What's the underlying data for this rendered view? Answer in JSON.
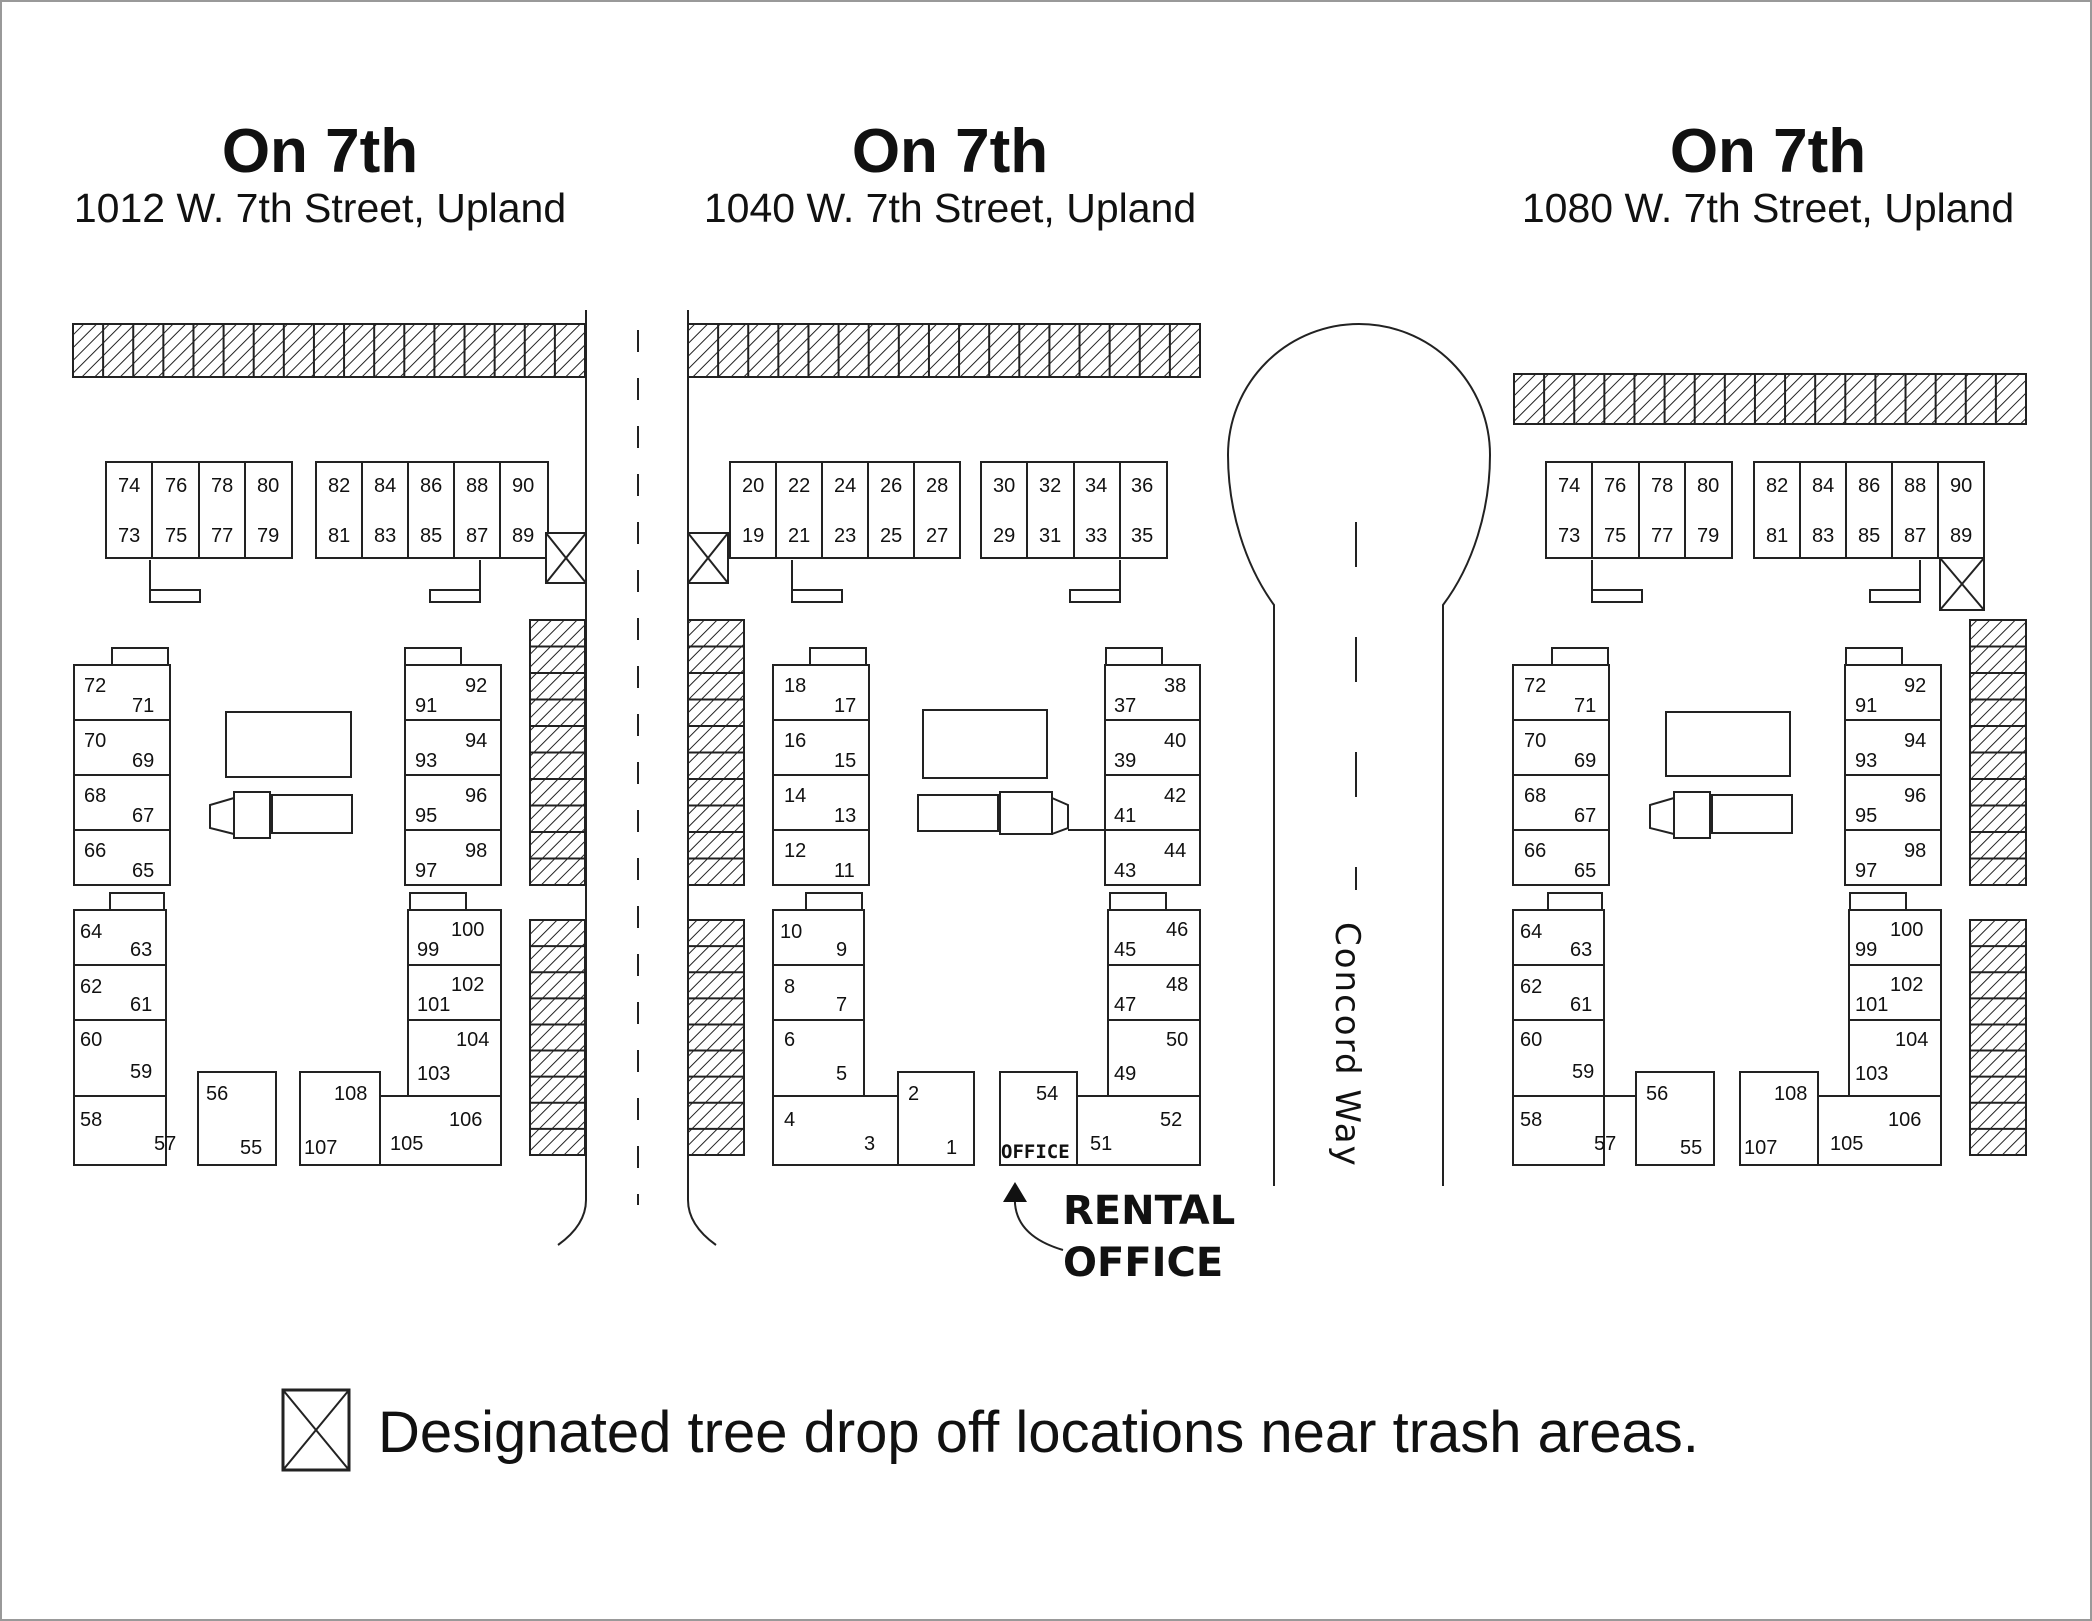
{
  "complexes": [
    {
      "title": "On 7th",
      "address": "1012 W. 7th Street, Upland"
    },
    {
      "title": "On 7th",
      "address": "1040 W. 7th Street, Upland"
    },
    {
      "title": "On 7th",
      "address": "1080 W. 7th Street, Upland"
    }
  ],
  "street_name": "Concord Way",
  "office": {
    "label": "OFFICE",
    "rental_line1": "RENTAL",
    "rental_line2": "OFFICE"
  },
  "legend": {
    "text": "Designated tree drop off locations near trash areas."
  },
  "units": {
    "left": [
      "74",
      "73",
      "76",
      "75",
      "78",
      "77",
      "80",
      "79",
      "82",
      "81",
      "84",
      "83",
      "86",
      "85",
      "88",
      "87",
      "90",
      "89",
      "72",
      "71",
      "70",
      "69",
      "68",
      "67",
      "66",
      "65",
      "64",
      "63",
      "62",
      "61",
      "60",
      "59",
      "58",
      "57",
      "56",
      "55",
      "92",
      "91",
      "94",
      "93",
      "96",
      "95",
      "98",
      "97",
      "100",
      "99",
      "102",
      "101",
      "104",
      "103",
      "108",
      "107",
      "106",
      "105"
    ],
    "middle": [
      "20",
      "19",
      "22",
      "21",
      "24",
      "23",
      "26",
      "25",
      "28",
      "27",
      "30",
      "29",
      "32",
      "31",
      "34",
      "33",
      "36",
      "35",
      "18",
      "17",
      "16",
      "15",
      "14",
      "13",
      "12",
      "11",
      "10",
      "9",
      "8",
      "7",
      "6",
      "5",
      "4",
      "3",
      "2",
      "1",
      "38",
      "37",
      "40",
      "39",
      "42",
      "41",
      "44",
      "43",
      "46",
      "45",
      "48",
      "47",
      "50",
      "49",
      "54",
      "52",
      "51"
    ],
    "right": [
      "74",
      "73",
      "76",
      "75",
      "78",
      "77",
      "80",
      "79",
      "82",
      "81",
      "84",
      "83",
      "86",
      "85",
      "88",
      "87",
      "90",
      "89",
      "72",
      "71",
      "70",
      "69",
      "68",
      "67",
      "66",
      "65",
      "64",
      "63",
      "62",
      "61",
      "60",
      "59",
      "58",
      "57",
      "56",
      "55",
      "92",
      "91",
      "94",
      "93",
      "96",
      "95",
      "98",
      "97",
      "100",
      "99",
      "102",
      "101",
      "104",
      "103",
      "108",
      "107",
      "106",
      "105"
    ]
  }
}
